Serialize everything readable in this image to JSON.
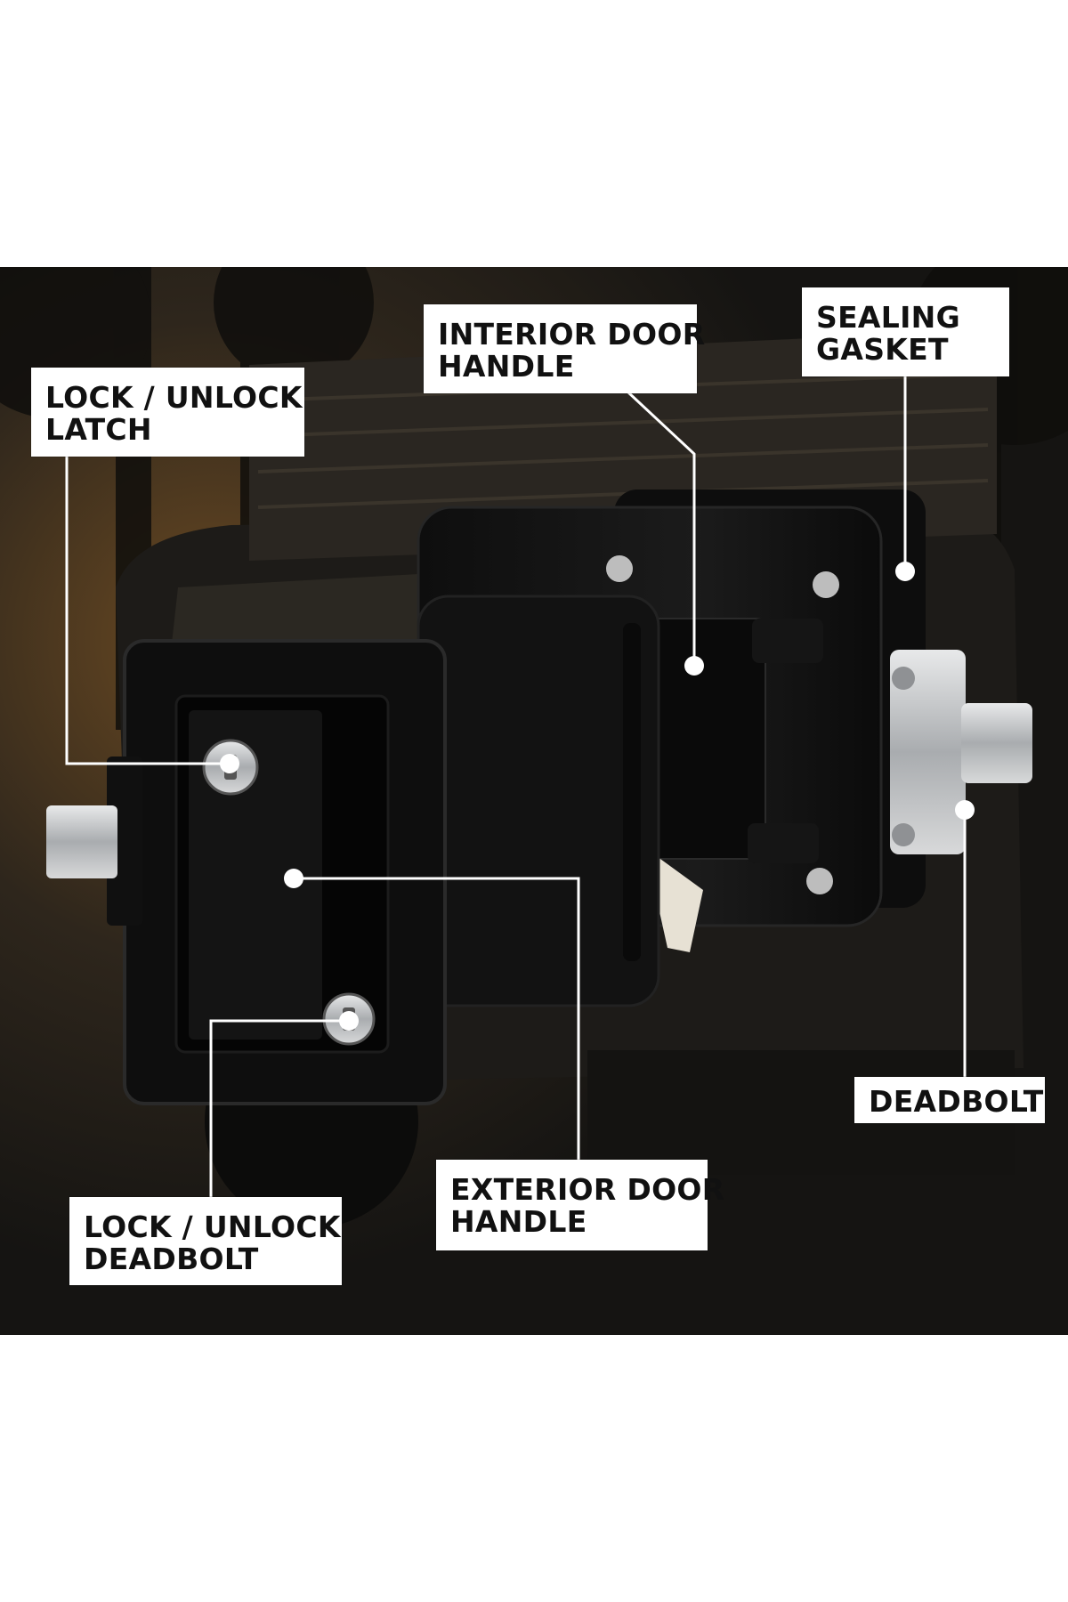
{
  "colors": {
    "page_background": "#ffffff",
    "photo_background": "#1c1a17",
    "lock_body": "#121212",
    "metal": "#c9cbcd",
    "label_background": "#ffffff",
    "label_text": "#111111",
    "leader_line": "#ffffff"
  },
  "callouts": [
    {
      "id": "lock-unlock-latch",
      "lines": [
        "LOCK / UNLOCK",
        "LATCH"
      ]
    },
    {
      "id": "interior-door-handle",
      "lines": [
        "INTERIOR DOOR",
        "HANDLE"
      ]
    },
    {
      "id": "sealing-gasket",
      "lines": [
        "SEALING",
        "GASKET"
      ]
    },
    {
      "id": "deadbolt",
      "lines": [
        "DEADBOLT"
      ]
    },
    {
      "id": "exterior-door-handle",
      "lines": [
        "EXTERIOR DOOR",
        "HANDLE"
      ]
    },
    {
      "id": "lock-unlock-deadbolt",
      "lines": [
        "LOCK / UNLOCK",
        "DEADBOLT"
      ]
    }
  ]
}
